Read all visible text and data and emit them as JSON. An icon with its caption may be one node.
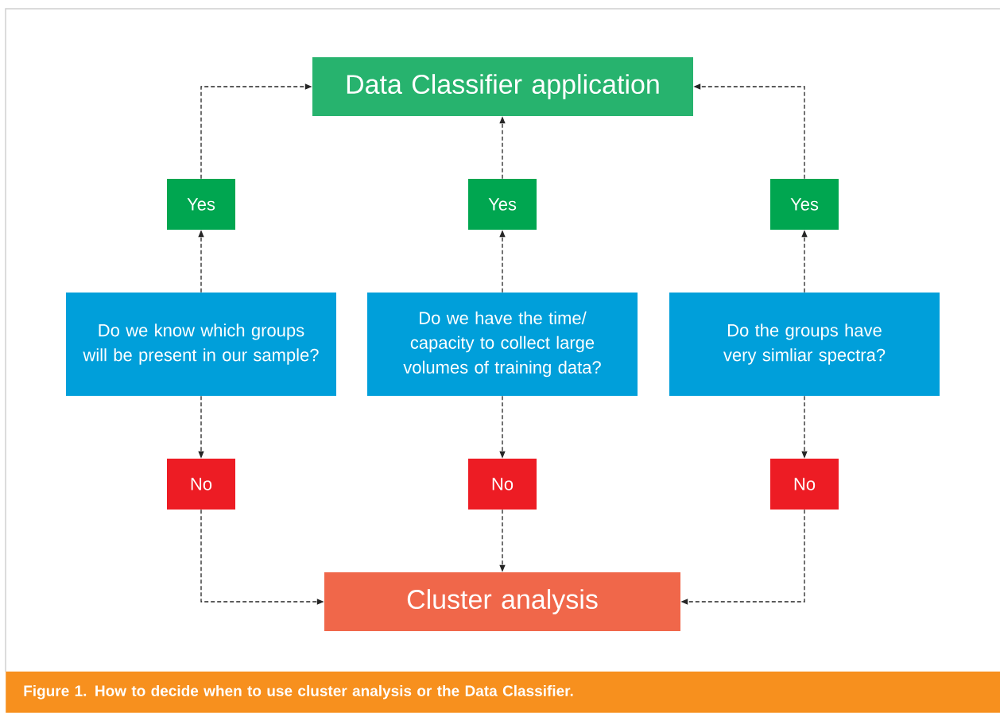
{
  "diagram": {
    "caption": "Figure 1. How to decide when to use cluster analysis or the Data Classifier.",
    "nodes": [
      {
        "text": [
          "Data Classifier application"
        ]
      },
      {
        "text": [
          "Yes"
        ]
      },
      {
        "text": [
          "Yes"
        ]
      },
      {
        "text": [
          "Yes"
        ]
      },
      {
        "text": [
          "Do we know which groups will be present in our sample?"
        ]
      },
      {
        "text": [
          "Do we have the time/ capacity to collect large volumes of training data?"
        ]
      },
      {
        "text": [
          "Do the groups have very simliar spectra?"
        ]
      },
      {
        "text": [
          "No"
        ]
      },
      {
        "text": [
          "No"
        ]
      },
      {
        "text": [
          "No"
        ]
      },
      {
        "text": [
          "Cluster analysis"
        ]
      }
    ],
    "edges": [
      {
        "from": 4,
        "to": 1,
        "arrow": "to",
        "style": "dashed"
      },
      {
        "from": 1,
        "to": 0,
        "arrow": "to",
        "style": "dashed"
      },
      {
        "from": 5,
        "to": 2,
        "arrow": "to",
        "style": "dashed"
      },
      {
        "from": 2,
        "to": 0,
        "arrow": "to",
        "style": "dashed"
      },
      {
        "from": 6,
        "to": 3,
        "arrow": "to",
        "style": "dashed"
      },
      {
        "from": 3,
        "to": 0,
        "arrow": "to",
        "style": "dashed"
      },
      {
        "from": 4,
        "to": 7,
        "arrow": "to",
        "style": "dashed"
      },
      {
        "from": 7,
        "to": 10,
        "arrow": "to",
        "style": "dashed"
      },
      {
        "from": 5,
        "to": 8,
        "arrow": "to",
        "style": "dashed"
      },
      {
        "from": 8,
        "to": 10,
        "arrow": "to",
        "style": "dashed"
      },
      {
        "from": 6,
        "to": 9,
        "arrow": "to",
        "style": "dashed"
      },
      {
        "from": 9,
        "to": 10,
        "arrow": "to",
        "style": "dashed"
      }
    ]
  }
}
